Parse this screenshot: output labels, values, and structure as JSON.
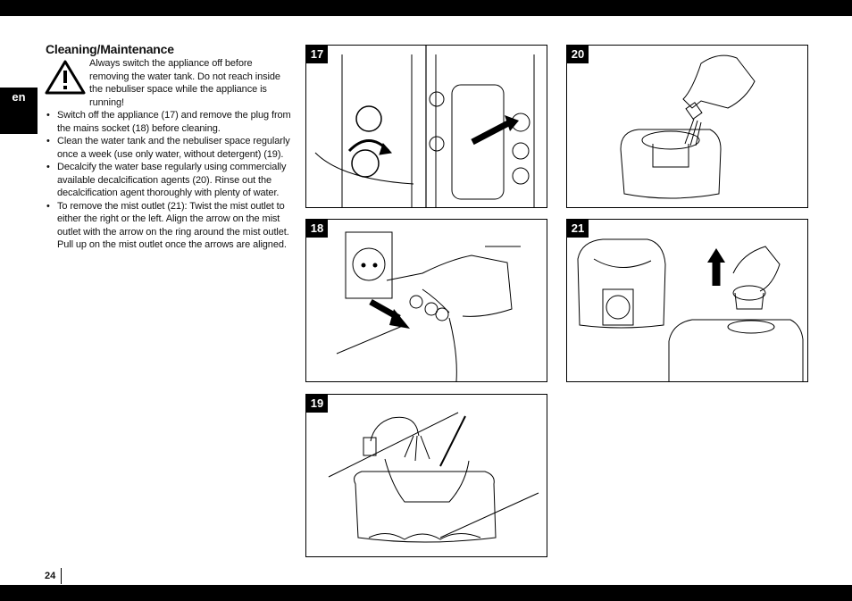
{
  "language_tab": "en",
  "section": {
    "title": "Cleaning/Maintenance",
    "warning": "Always switch the appliance off before removing the water tank. Do not reach inside the nebuliser space while the appliance is running!",
    "steps": [
      "Switch off the appliance (17) and remove the plug from the mains socket (18) before cleaning.",
      "Clean the water tank and the nebuliser space regularly once a week (use only water, without detergent) (19).",
      "Decalcify the water base regularly using commercially available decalcification agents (20). Rinse out the decalcification agent thoroughly with plenty of water.",
      "To remove the mist outlet (21): Twist the mist outlet to either the right or the left. Align the arrow on the mist outlet with the arrow on the ring around the mist outlet. Pull up on the mist outlet once the arrows are aligned."
    ]
  },
  "figures": [
    {
      "number": "17",
      "icon": "switch-off-illustration"
    },
    {
      "number": "18",
      "icon": "unplug-illustration"
    },
    {
      "number": "19",
      "icon": "rinse-tank-illustration"
    },
    {
      "number": "20",
      "icon": "pour-decalcifier-illustration"
    },
    {
      "number": "21",
      "icon": "remove-mist-outlet-illustration"
    }
  ],
  "page_number": "24"
}
